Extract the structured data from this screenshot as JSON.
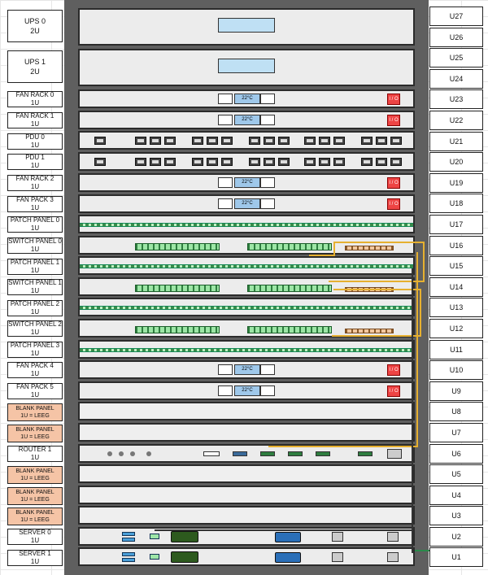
{
  "left_labels": [
    {
      "id": "ups0",
      "name": "UPS 0",
      "size": "2U"
    },
    {
      "id": "ups1",
      "name": "UPS 1",
      "size": "2U"
    },
    {
      "id": "fan0",
      "name": "FAN RACK 0",
      "size": "1U"
    },
    {
      "id": "fan1",
      "name": "FAN RACK 1",
      "size": "1U"
    },
    {
      "id": "pdu0",
      "name": "PDU 0",
      "size": "1U"
    },
    {
      "id": "pdu1",
      "name": "PDU 1",
      "size": "1U"
    },
    {
      "id": "fan2",
      "name": "FAN RACK 2",
      "size": "1U"
    },
    {
      "id": "fan3",
      "name": "FAN PACK 3",
      "size": "1U"
    },
    {
      "id": "pp0",
      "name": "PATCH PANEL 0",
      "size": "1U"
    },
    {
      "id": "sw0",
      "name": "SWITCH PANEL 0",
      "size": "1U"
    },
    {
      "id": "pp1",
      "name": "PATCH PANEL 1",
      "size": "1U"
    },
    {
      "id": "sw1",
      "name": "SWITCH PANEL 1",
      "size": "1U"
    },
    {
      "id": "pp2",
      "name": "PATCH PANEL 2",
      "size": "1U"
    },
    {
      "id": "sw2",
      "name": "SWITCH PANEL 2",
      "size": "1U"
    },
    {
      "id": "pp3",
      "name": "PATCH PANEL 3",
      "size": "1U"
    },
    {
      "id": "fan4",
      "name": "FAN PACK 4",
      "size": "1U"
    },
    {
      "id": "fan5",
      "name": "FAN PACK 5",
      "size": "1U"
    },
    {
      "id": "bl0",
      "name": "BLANK PANEL",
      "size": "1U = LEEG"
    },
    {
      "id": "bl1",
      "name": "BLANK PANEL",
      "size": "1U = LEEG"
    },
    {
      "id": "rt1",
      "name": "ROUTER 1",
      "size": "1U"
    },
    {
      "id": "bl2",
      "name": "BLANK PANEL",
      "size": "1U = LEEG"
    },
    {
      "id": "bl3",
      "name": "BLANK PANEL",
      "size": "1U = LEEG"
    },
    {
      "id": "bl4",
      "name": "BLANK PANEL",
      "size": "1U = LEEG"
    },
    {
      "id": "srv0",
      "name": "SERVER 0",
      "size": "1U"
    },
    {
      "id": "srv1",
      "name": "SERVER 1",
      "size": "1U"
    }
  ],
  "units": [
    "U27",
    "U26",
    "U25",
    "U24",
    "U23",
    "U22",
    "U21",
    "U20",
    "U19",
    "U18",
    "U17",
    "U16",
    "U15",
    "U14",
    "U13",
    "U12",
    "U11",
    "U10",
    "U9",
    "U8",
    "U7",
    "U6",
    "U5",
    "U4",
    "U3",
    "U2",
    "U1"
  ],
  "fan": {
    "temp": "22°C",
    "io": "I / O"
  }
}
